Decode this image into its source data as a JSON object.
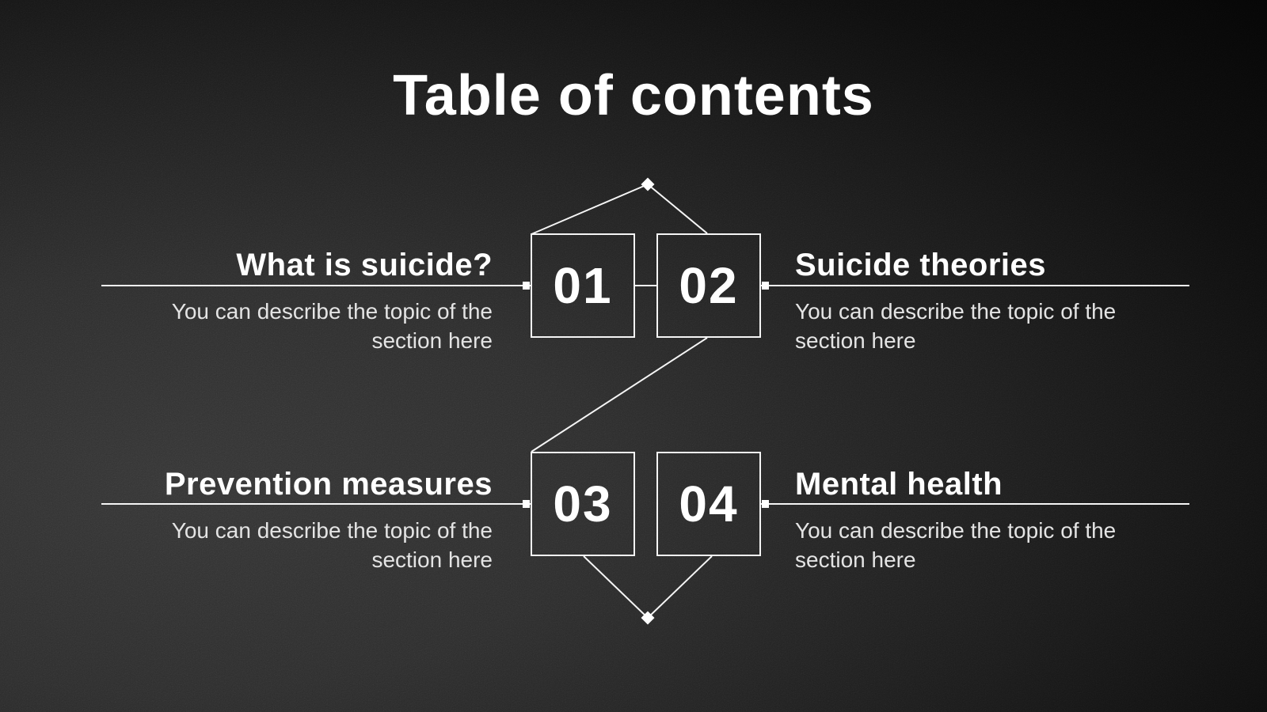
{
  "slide": {
    "title": "Table of contents",
    "sections": [
      {
        "number": "01",
        "title": "What is suicide?",
        "description": "You can describe the topic of the section here"
      },
      {
        "number": "02",
        "title": "Suicide theories",
        "description": "You can describe the topic of the section here"
      },
      {
        "number": "03",
        "title": "Prevention measures",
        "description": "You can describe the topic of the section here"
      },
      {
        "number": "04",
        "title": "Mental health",
        "description": "You can describe the topic of the section here"
      }
    ],
    "decorations": {
      "connector_style": "thin-white-lines-with-diamond-and-square-endpoints",
      "top_endpoint": "diamond",
      "bottom_endpoint": "diamond"
    },
    "colors": {
      "background_light": "#343434",
      "background_dark": "#040404",
      "line": "#f5f5f5",
      "text": "#ffffff",
      "muted_text": "#e4e4e4"
    }
  }
}
